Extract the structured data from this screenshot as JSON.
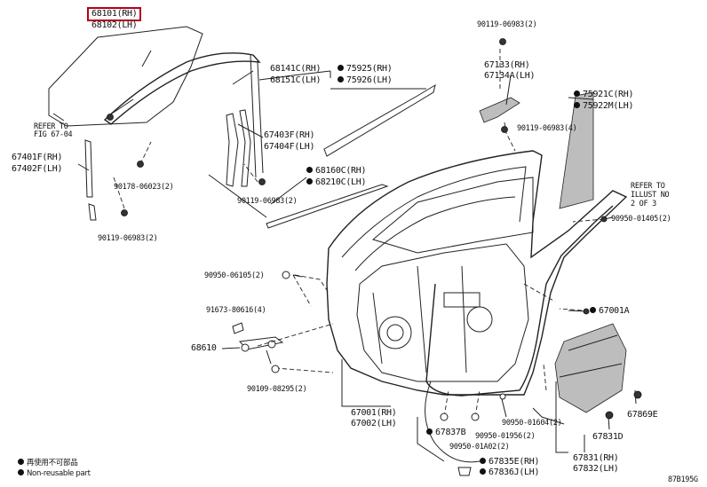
{
  "labels": {
    "glass_rh": "68101(RH)",
    "glass_lh": "68102(LH)",
    "refer_to": "REFER TO",
    "fig": "FIG 67-04",
    "sash_rh": "67401F(RH)",
    "sash_lh": "67402F(LH)",
    "bolt_a": "90178-06023(2)",
    "bolt_b": "90119-06983(2)",
    "run_rh": "68141C(RH)",
    "run_lh": "68151C(LH)",
    "mould_rh": "75925(RH)",
    "mould_lh": "75926(LH)",
    "div_rh": "67403F(RH)",
    "div_lh": "67404F(LH)",
    "bolt_c": "90119-06983(2)",
    "strip_rh": "68160C(RH)",
    "strip_lh": "68210C(LH)",
    "bolt_d": "90119-06983(2)",
    "bracket_rh": "67133(RH)",
    "bracket_lh": "67134A(LH)",
    "bolt_e": "90119-06983(4)",
    "garnish_rh": "75921C(RH)",
    "garnish_lh": "75922M(LH)",
    "refer2_a": "REFER TO",
    "refer2_b": "ILLUST NO",
    "refer2_c": "2 OF 3",
    "clip_a": "90950-01405(2)",
    "plug_a": "90950-06105(2)",
    "clip_b": "91673-80616(4)",
    "check": "68610",
    "bolt_f": "90109-08295(2)",
    "panel_rh": "67001(RH)",
    "panel_lh": "67002(LH)",
    "cover": "67001A",
    "seal_a": "67869E",
    "seal_b": "67837B",
    "plug_b": "90950-01604(2)",
    "plug_c": "90950-01956(2)",
    "plug_d": "90950-01A02(2)",
    "wst_rh": "67835E(RH)",
    "wst_lh": "67836J(LH)",
    "service": "67831D",
    "cover_rh": "67831(RH)",
    "cover_lh": "67832(LH)",
    "legend_jp": "再使用不可部品",
    "legend_en": "Non-reusable part",
    "figure_no": "87B195G"
  }
}
